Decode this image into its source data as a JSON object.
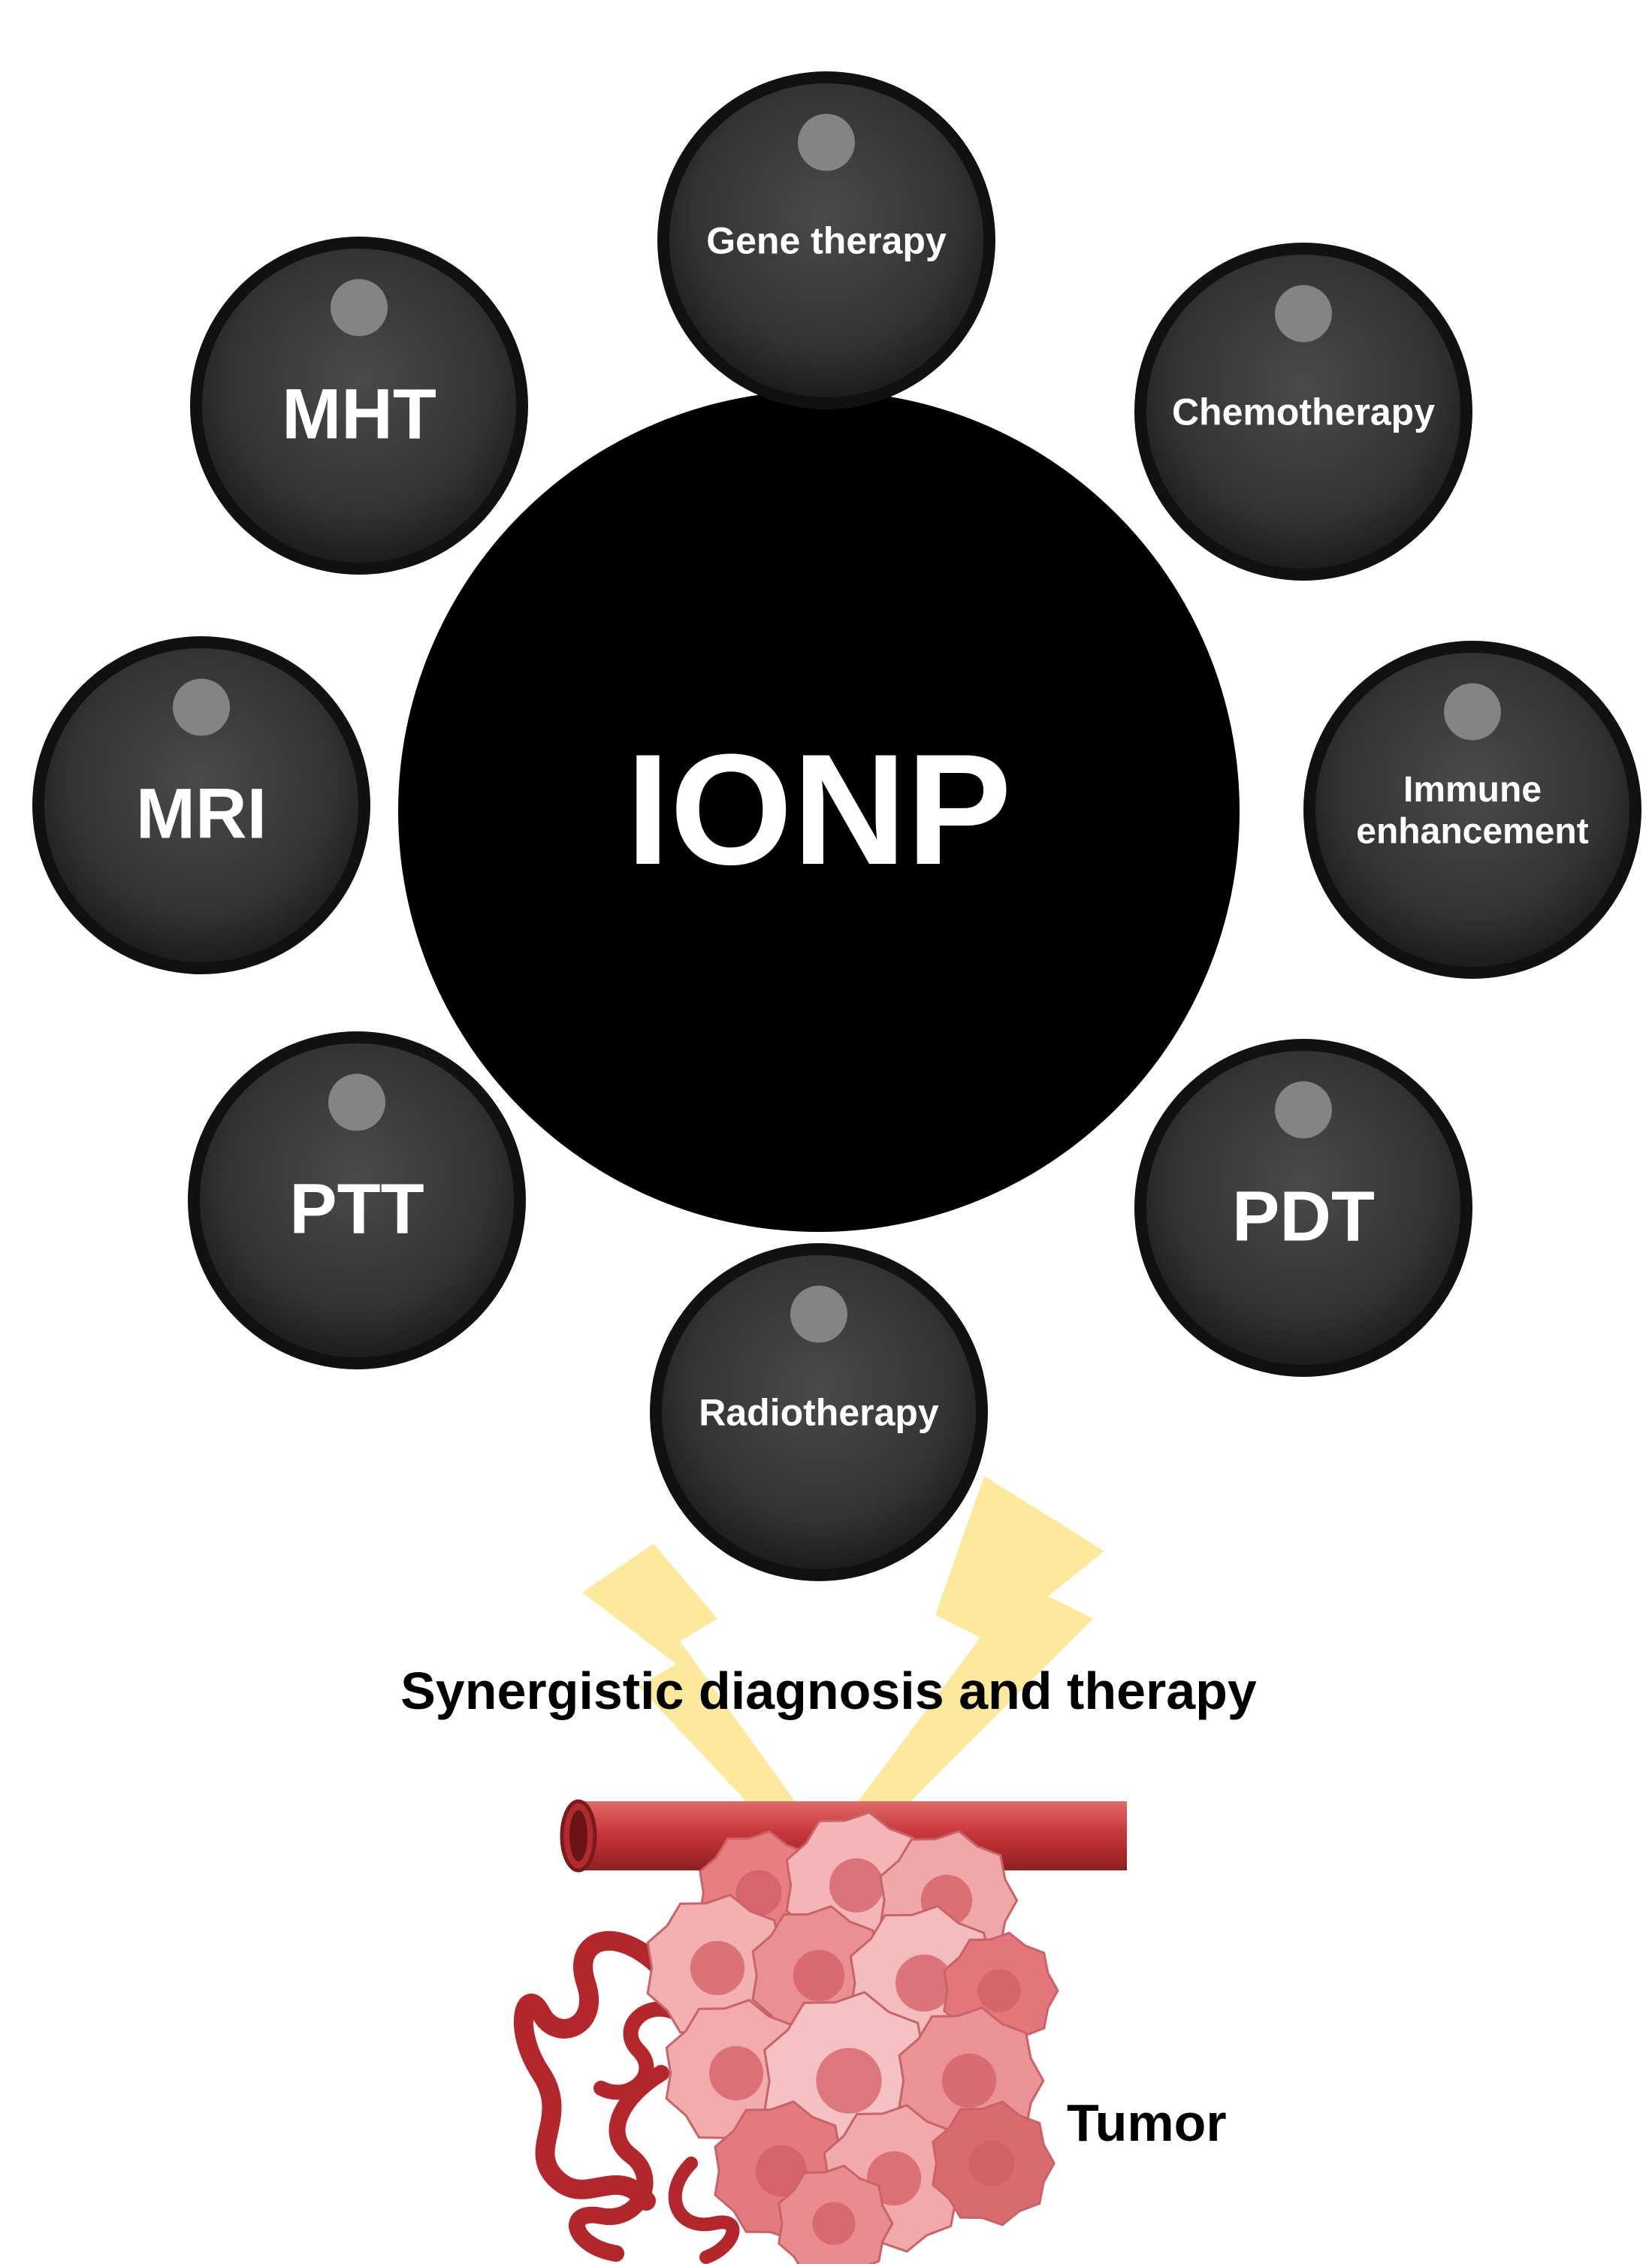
{
  "center": {
    "label": "IONP"
  },
  "satellites": [
    {
      "id": "gene-therapy",
      "lines": [
        "Gene therapy"
      ]
    },
    {
      "id": "chemotherapy",
      "lines": [
        "Chemotherapy"
      ]
    },
    {
      "id": "immune-enhancement",
      "lines": [
        "Immune",
        "enhancement"
      ]
    },
    {
      "id": "pdt",
      "lines": [
        "PDT"
      ]
    },
    {
      "id": "radiotherapy",
      "lines": [
        "Radiotherapy"
      ]
    },
    {
      "id": "ptt",
      "lines": [
        "PTT"
      ]
    },
    {
      "id": "mri",
      "lines": [
        "MRI"
      ]
    },
    {
      "id": "mht",
      "lines": [
        "MHT"
      ]
    }
  ],
  "caption": "Synergistic diagnosis and therapy",
  "tumor_label": "Tumor",
  "colors": {
    "center": "#000000",
    "satellite_fill": "#3a3a3a",
    "satellite_rim": "#111111",
    "highlight": "#8a8a8a",
    "lightning": "#fde58a",
    "vessel": "#c9373a",
    "tumor": "#f0a7a8"
  }
}
